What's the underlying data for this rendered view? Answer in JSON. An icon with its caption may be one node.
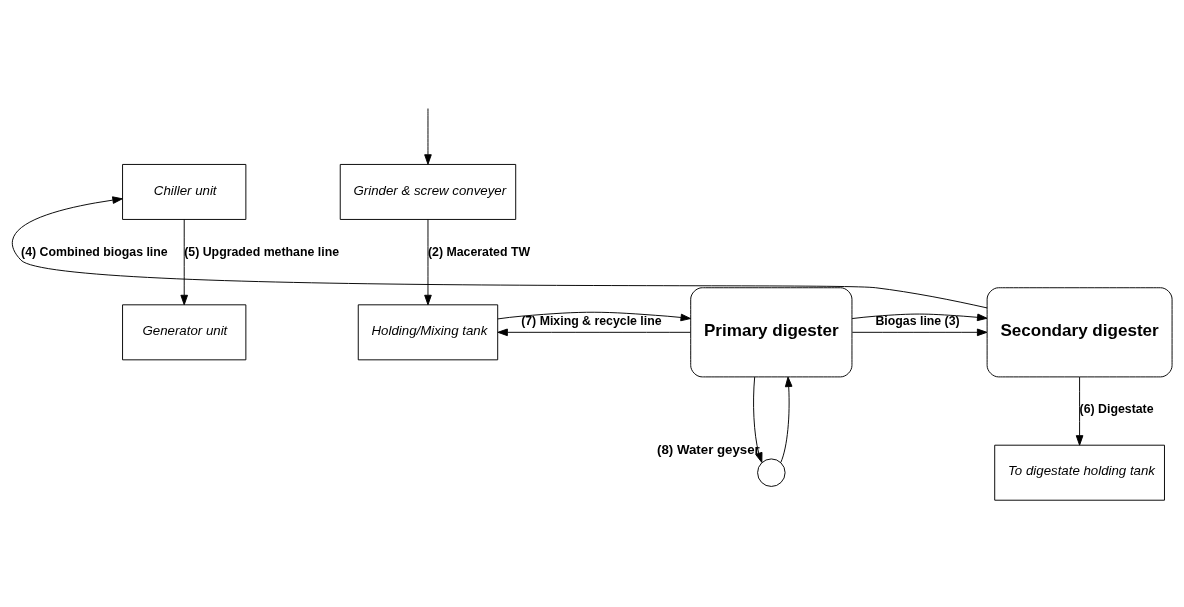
{
  "diagram": {
    "nodes": [
      {
        "text": [
          "Grinder & screw conveyer"
        ]
      },
      {
        "text": [
          "Holding/Mixing tank"
        ]
      },
      {
        "text": [
          "Primary digester"
        ]
      },
      {
        "text": [
          "Secondary digester"
        ]
      },
      {
        "text": [
          "Chiller unit"
        ]
      },
      {
        "text": [
          "Generator unit"
        ]
      },
      {
        "text": [
          "To digestate holding tank"
        ]
      },
      {
        "text": [],
        "shape": "circle",
        "beside": [
          "(8) Water geyser"
        ]
      }
    ],
    "edges": [
      {
        "from": null,
        "to": 0,
        "arrow": "to"
      },
      {
        "from": 0,
        "to": 1,
        "arrow": "to",
        "label": "(2) Macerated TW"
      },
      {
        "from": 1,
        "to": 2,
        "arrow": "to"
      },
      {
        "from": 2,
        "to": 3,
        "arrow": "to",
        "label": "Biogas line (3)"
      },
      {
        "from": 2,
        "to": 3,
        "arrow": "to"
      },
      {
        "from": 2,
        "to": 1,
        "arrow": "to",
        "label": "(7) Mixing & recycle line"
      },
      {
        "from": 3,
        "to": 4,
        "arrow": "to",
        "label": "(4) Combined biogas line"
      },
      {
        "from": 4,
        "to": 5,
        "arrow": "to",
        "label": "(5) Upgraded methane line"
      },
      {
        "from": 3,
        "to": 6,
        "arrow": "to",
        "label": "(6) Digestate"
      },
      {
        "from": 2,
        "to": 7,
        "arrow": "to"
      },
      {
        "from": 7,
        "to": 2,
        "arrow": "to"
      }
    ]
  }
}
